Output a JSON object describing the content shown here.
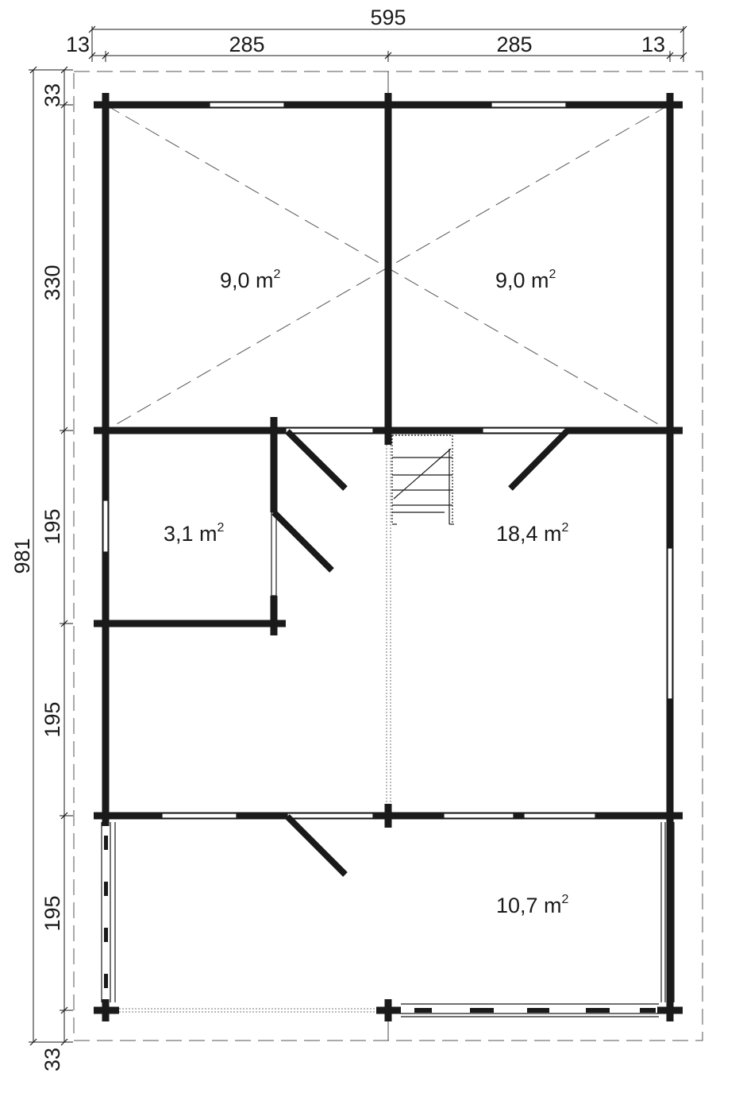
{
  "dimensions": {
    "total_width": "595",
    "top_left_offset": "13",
    "top_left_span": "285",
    "top_right_span": "285",
    "top_right_offset": "13",
    "total_height": "981",
    "left_top_offset": "33",
    "left_span_1": "330",
    "left_span_2": "195",
    "left_span_3": "195",
    "left_span_4": "195",
    "left_bottom_offset": "33"
  },
  "rooms": {
    "top_left": {
      "area": "9,0 m",
      "sup": "2"
    },
    "top_right": {
      "area": "9,0 m",
      "sup": "2"
    },
    "small_room": {
      "area": "3,1 m",
      "sup": "2"
    },
    "main_room": {
      "area": "18,4 m",
      "sup": "2"
    },
    "bottom_right": {
      "area": "10,7 m",
      "sup": "2"
    }
  }
}
